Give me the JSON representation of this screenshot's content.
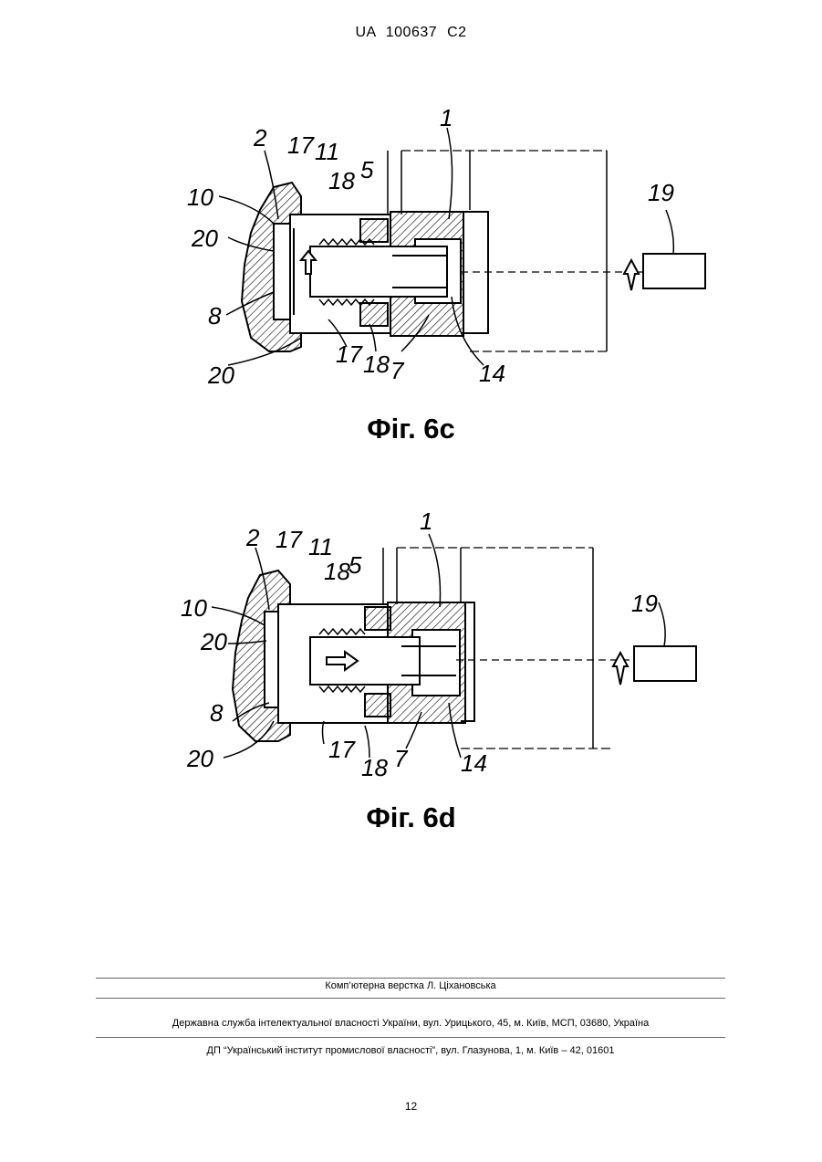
{
  "header": {
    "patent_id": "UA   100637   C2"
  },
  "figures": [
    {
      "caption": "Фіг. 6c",
      "labels": {
        "l1": "1",
        "l2": "2",
        "l17a": "17",
        "l11": "11",
        "l18a": "18",
        "l5": "5",
        "l10": "10",
        "l20a": "20",
        "l8": "8",
        "l20b": "20",
        "l17b": "17",
        "l18b": "18",
        "l7": "7",
        "l14": "14",
        "l19": "19"
      }
    },
    {
      "caption": "Фіг. 6d",
      "labels": {
        "l1": "1",
        "l2": "2",
        "l17a": "17",
        "l11": "11",
        "l18a": "18",
        "l5": "5",
        "l10": "10",
        "l20a": "20",
        "l8": "8",
        "l20b": "20",
        "l17b": "17",
        "l18b": "18",
        "l7": "7",
        "l14": "14",
        "l19": "19"
      }
    }
  ],
  "footer": {
    "layout_credit": "Комп’ютерна верстка Л. Ціхановська",
    "agency": "Державна служба інтелектуальної власності України, вул. Урицького, 45, м. Київ, МСП, 03680, Україна",
    "institute": "ДП “Український інститут промислової власності”, вул. Глазунова, 1, м. Київ – 42, 01601"
  },
  "page_number": "12"
}
